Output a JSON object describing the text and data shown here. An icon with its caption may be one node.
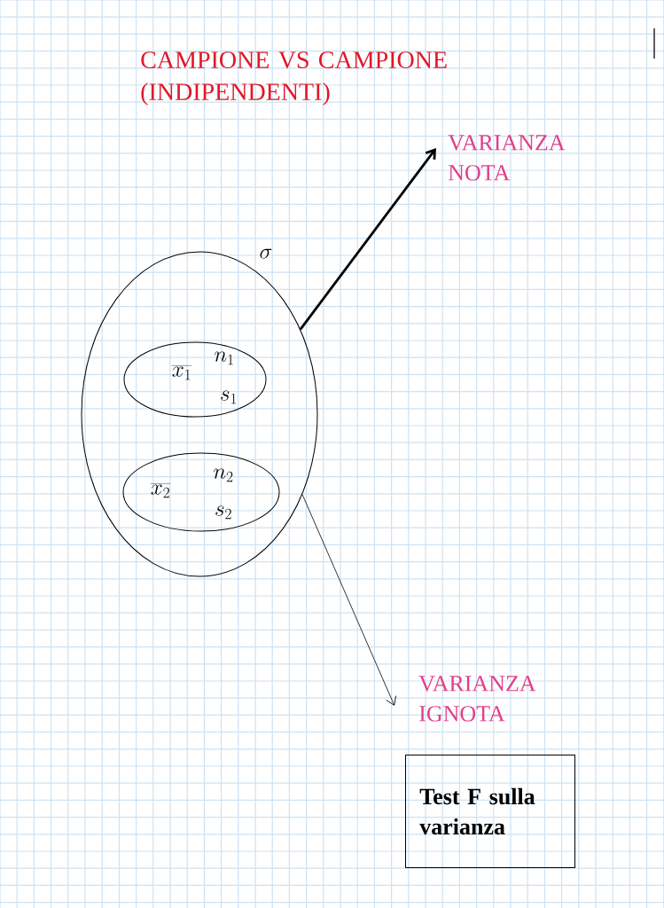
{
  "diagram": {
    "title": "CAMPIONE VS CAMPIONE (INDIPENDENTI)",
    "nodes": [
      {
        "text": [
          "\\sigma"
        ]
      },
      {
        "text": [
          "\\overline{x_1}",
          "n_1",
          "s_1"
        ],
        "in": 0
      },
      {
        "text": [
          "\\overline{x_2}",
          "n_2",
          "s_2"
        ],
        "in": 0
      },
      {
        "text": [
          "VARIANZA NOTA"
        ]
      },
      {
        "text": [
          "VARIANZA IGNOTA"
        ]
      },
      {
        "text": [
          "Test F sulla varianza"
        ]
      }
    ],
    "edges": [
      {
        "from": 0,
        "to": 3,
        "arrow": "to",
        "style": "thick"
      },
      {
        "from": 0,
        "to": 4,
        "arrow": "to"
      }
    ]
  }
}
